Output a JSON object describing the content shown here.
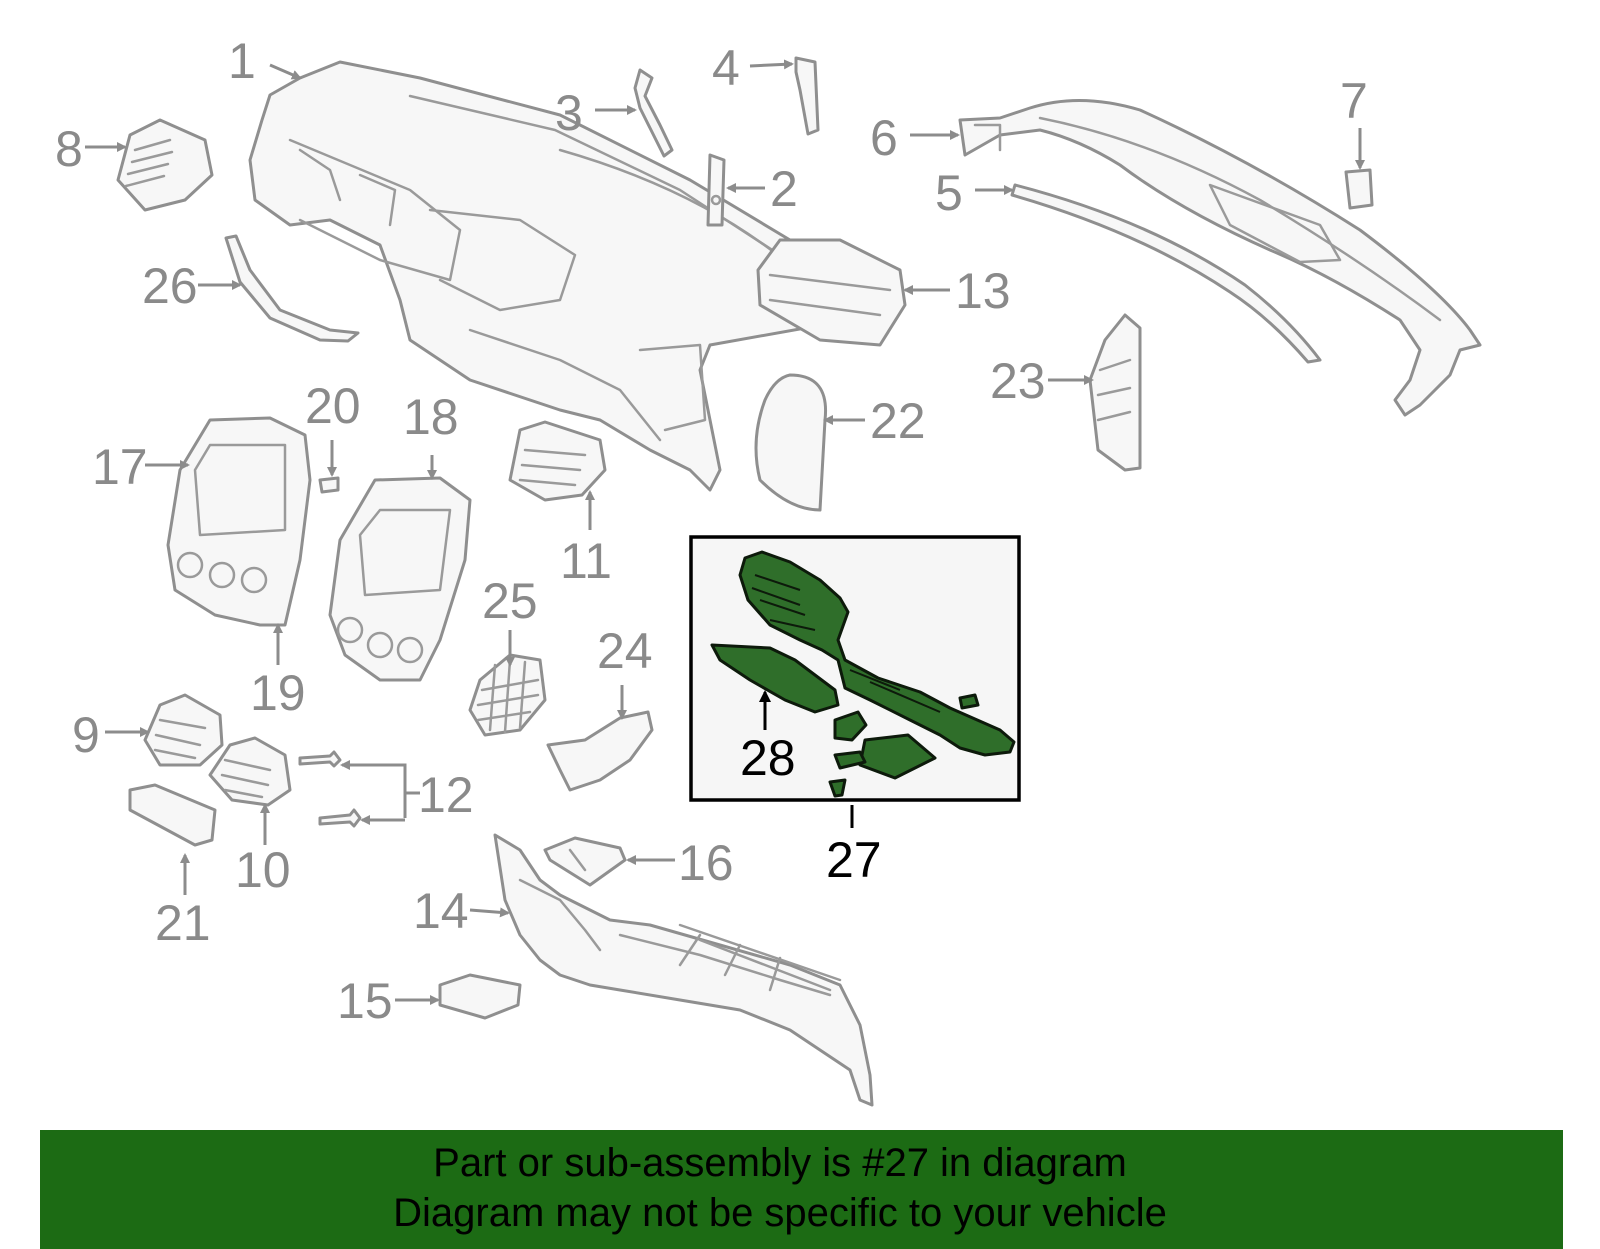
{
  "callouts": {
    "c1": "1",
    "c2": "2",
    "c3": "3",
    "c4": "4",
    "c5": "5",
    "c6": "6",
    "c7": "7",
    "c8": "8",
    "c9": "9",
    "c10": "10",
    "c11": "11",
    "c12": "12",
    "c13": "13",
    "c14": "14",
    "c15": "15",
    "c16": "16",
    "c17": "17",
    "c18": "18",
    "c19": "19",
    "c20": "20",
    "c21": "21",
    "c22": "22",
    "c23": "23",
    "c24": "24",
    "c25": "25",
    "c26": "26",
    "c27": "27",
    "c28": "28"
  },
  "highlight": {
    "color": "#2f6e2a",
    "part": "27"
  },
  "banner": {
    "line1": "Part or sub-assembly is #27 in diagram",
    "line2": "Diagram may not be specific to your vehicle",
    "background": "#1c6b14"
  }
}
